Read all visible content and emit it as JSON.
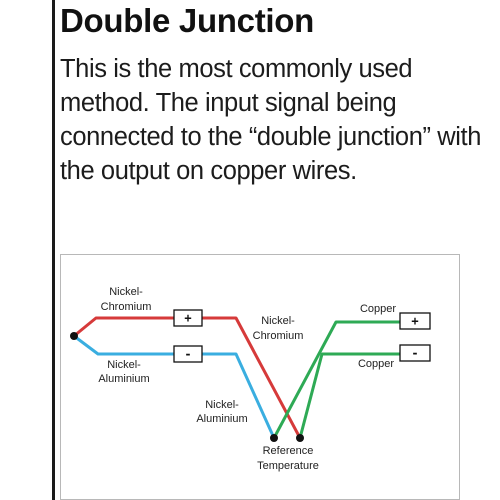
{
  "heading": "Double Junction",
  "paragraph": "This is the most commonly used method. The input signal being connected to the “double junction” with the output on copper wires.",
  "diagram": {
    "labels": {
      "nickel_chromium_left_1": "Nickel-",
      "nickel_chromium_left_2": "Chromium",
      "nickel_aluminium_left_1": "Nickel-",
      "nickel_aluminium_left_2": "Aluminium",
      "nickel_chromium_mid_1": "Nickel-",
      "nickel_chromium_mid_2": "Chromium",
      "nickel_aluminium_mid_1": "Nickel-",
      "nickel_aluminium_mid_2": "Aluminium",
      "copper_top": "Copper",
      "copper_bottom": "Copper",
      "reference_1": "Reference",
      "reference_2": "Temperature"
    },
    "terminals": {
      "left_plus": "+",
      "left_minus": "-",
      "right_plus": "+",
      "right_minus": "-"
    },
    "colors": {
      "nickel_chromium": "#d63a3a",
      "nickel_aluminium": "#3aaee0",
      "copper": "#2eaa55",
      "junction": "#111111"
    }
  }
}
